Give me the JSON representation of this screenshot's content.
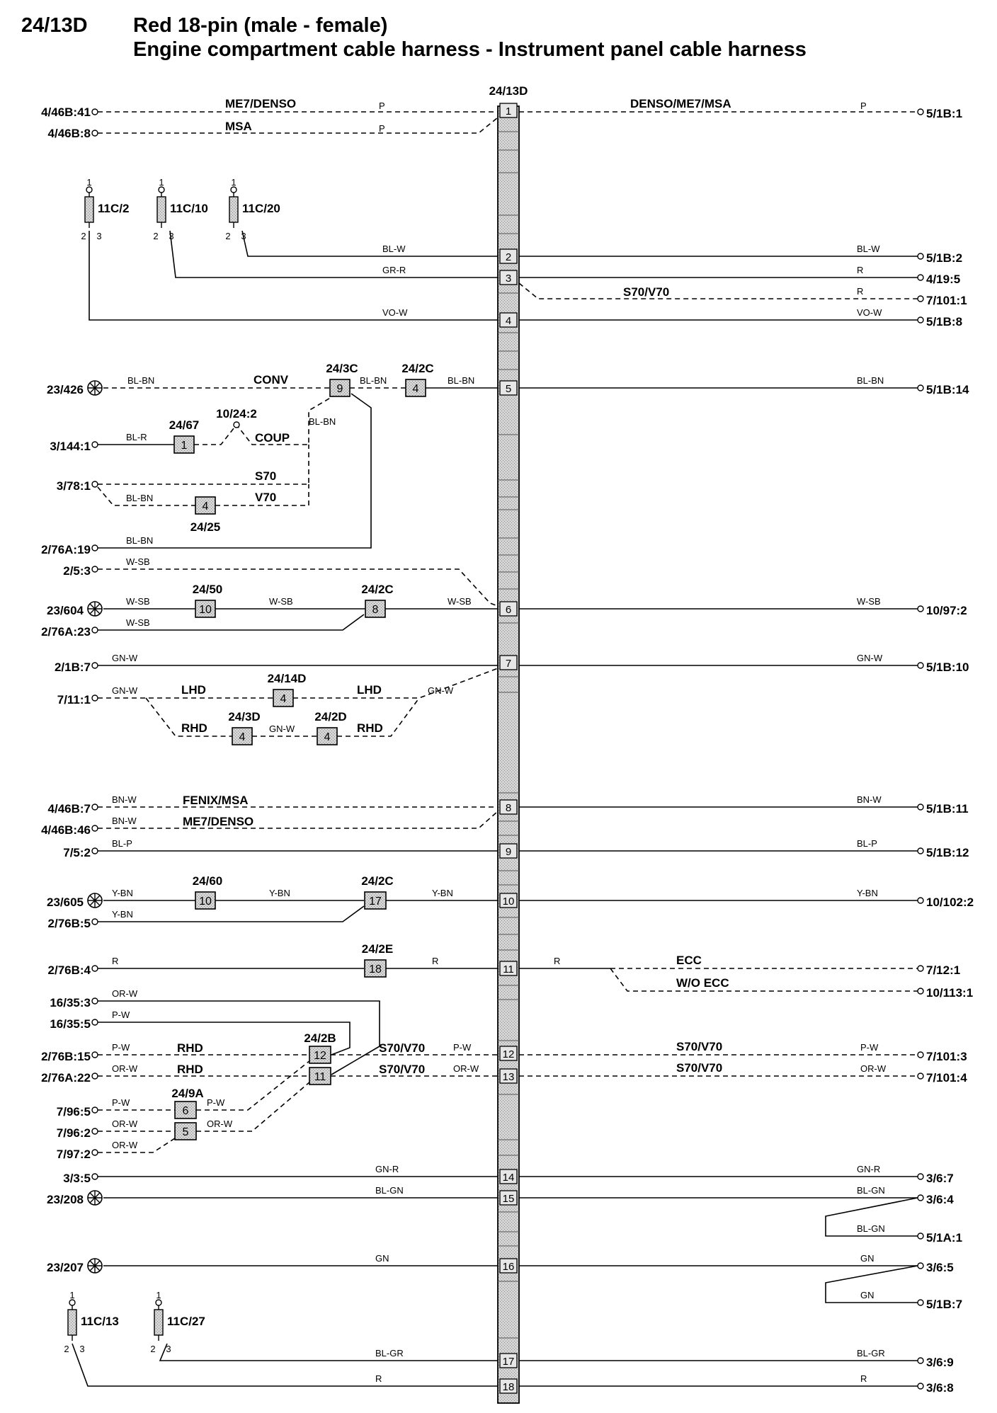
{
  "header": {
    "code": "24/13D",
    "title": "Red 18-pin (male - female)",
    "subtitle": "Engine compartment cable harness - Instrument panel cable harness"
  },
  "connector": {
    "name": "24/13D",
    "pins": [
      "1",
      "2",
      "3",
      "4",
      "5",
      "6",
      "7",
      "8",
      "9",
      "10",
      "11",
      "12",
      "13",
      "14",
      "15",
      "16",
      "17",
      "18"
    ]
  },
  "fuses": [
    {
      "name": "11C/2",
      "t1": "1",
      "t2": "2",
      "t3": "3"
    },
    {
      "name": "11C/10",
      "t1": "1",
      "t2": "2",
      "t3": "3"
    },
    {
      "name": "11C/20",
      "t1": "1",
      "t2": "2",
      "t3": "3"
    },
    {
      "name": "11C/13",
      "t1": "1",
      "t2": "2",
      "t3": "3"
    },
    {
      "name": "11C/27",
      "t1": "1",
      "t2": "2",
      "t3": "3"
    }
  ],
  "left_terminals": [
    "4/46B:41",
    "4/46B:8",
    "23/426",
    "3/144:1",
    "3/78:1",
    "2/76A:19",
    "2/5:3",
    "23/604",
    "2/76A:23",
    "2/1B:7",
    "7/11:1",
    "4/46B:7",
    "4/46B:46",
    "7/5:2",
    "23/605",
    "2/76B:5",
    "2/76B:4",
    "16/35:3",
    "16/35:5",
    "2/76B:15",
    "2/76A:22",
    "7/96:5",
    "7/96:2",
    "7/97:2",
    "3/3:5",
    "23/208",
    "23/207"
  ],
  "right_terminals": [
    "5/1B:1",
    "5/1B:2",
    "4/19:5",
    "7/101:1",
    "5/1B:8",
    "5/1B:14",
    "10/97:2",
    "5/1B:10",
    "5/1B:11",
    "5/1B:12",
    "10/102:2",
    "7/12:1",
    "10/113:1",
    "7/101:3",
    "7/101:4",
    "3/6:7",
    "3/6:4",
    "5/1A:1",
    "3/6:5",
    "5/1B:7",
    "3/6:9",
    "3/6:8"
  ],
  "variants": [
    "ME7/DENSO",
    "MSA",
    "DENSO/ME7/MSA",
    "S70/V70",
    "CONV",
    "COUP",
    "S70",
    "V70",
    "LHD",
    "RHD",
    "FENIX/MSA",
    "ECC",
    "W/O ECC"
  ],
  "inline_connectors": [
    {
      "name": "24/3C",
      "pin": "9"
    },
    {
      "name": "24/2C",
      "pin": "4"
    },
    {
      "name": "24/67",
      "pin": "1"
    },
    {
      "name": "10/24:2",
      "pin": ""
    },
    {
      "name": "24/25",
      "pin": "4"
    },
    {
      "name": "24/50",
      "pin": "10"
    },
    {
      "name": "24/2C",
      "pin": "8"
    },
    {
      "name": "24/14D",
      "pin": "4"
    },
    {
      "name": "24/3D",
      "pin": "4"
    },
    {
      "name": "24/2D",
      "pin": "4"
    },
    {
      "name": "24/60",
      "pin": "10"
    },
    {
      "name": "24/2C",
      "pin": "17"
    },
    {
      "name": "24/2E",
      "pin": "18"
    },
    {
      "name": "24/2B",
      "pin": "12"
    },
    {
      "name": "24/2B",
      "pin": "11"
    },
    {
      "name": "24/9A",
      "pin": "6"
    },
    {
      "name": "24/9A",
      "pin": "5"
    }
  ],
  "wire_colors": [
    "P",
    "BL-W",
    "GR-R",
    "R",
    "VO-W",
    "BL-BN",
    "BL-R",
    "W-SB",
    "GN-W",
    "BN-W",
    "BL-P",
    "Y-BN",
    "OR-W",
    "P-W",
    "GN-R",
    "BL-GN",
    "GN",
    "BL-GR"
  ]
}
